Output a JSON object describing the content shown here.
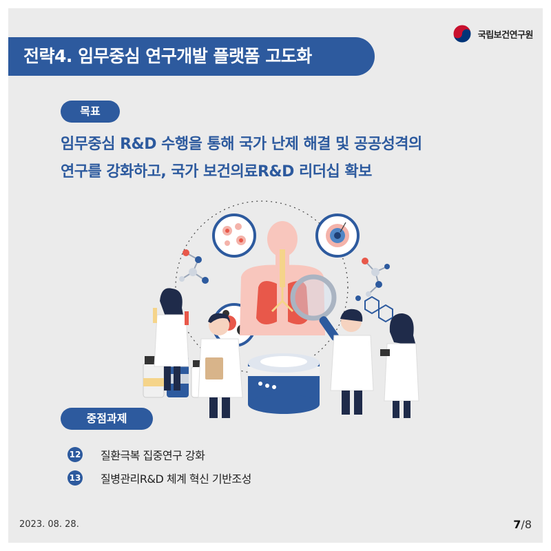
{
  "header": {
    "title": "전략4. 임무중심 연구개발 플랫폼 고도화",
    "organization": "국립보건연구원",
    "colors": {
      "primary": "#2d5a9e",
      "background": "#ebebeb"
    }
  },
  "goal": {
    "badge": "목표",
    "lines": [
      "임무중심 R&D 수행을 통해 국가 난제 해결 및 공공성격의",
      "연구를 강화하고, 국가 보건의료R&D 리더십 확보"
    ]
  },
  "illustration": {
    "icon": "research-lab-illustration"
  },
  "tasks": {
    "badge": "중점과제",
    "items": [
      {
        "num": "12",
        "label": "질환극복 집중연구 강화"
      },
      {
        "num": "13",
        "label": "질병관리R&D 체계 혁신 기반조성"
      }
    ]
  },
  "footer": {
    "date": "2023. 08. 28.",
    "page_current": "7",
    "page_total": "/8"
  }
}
